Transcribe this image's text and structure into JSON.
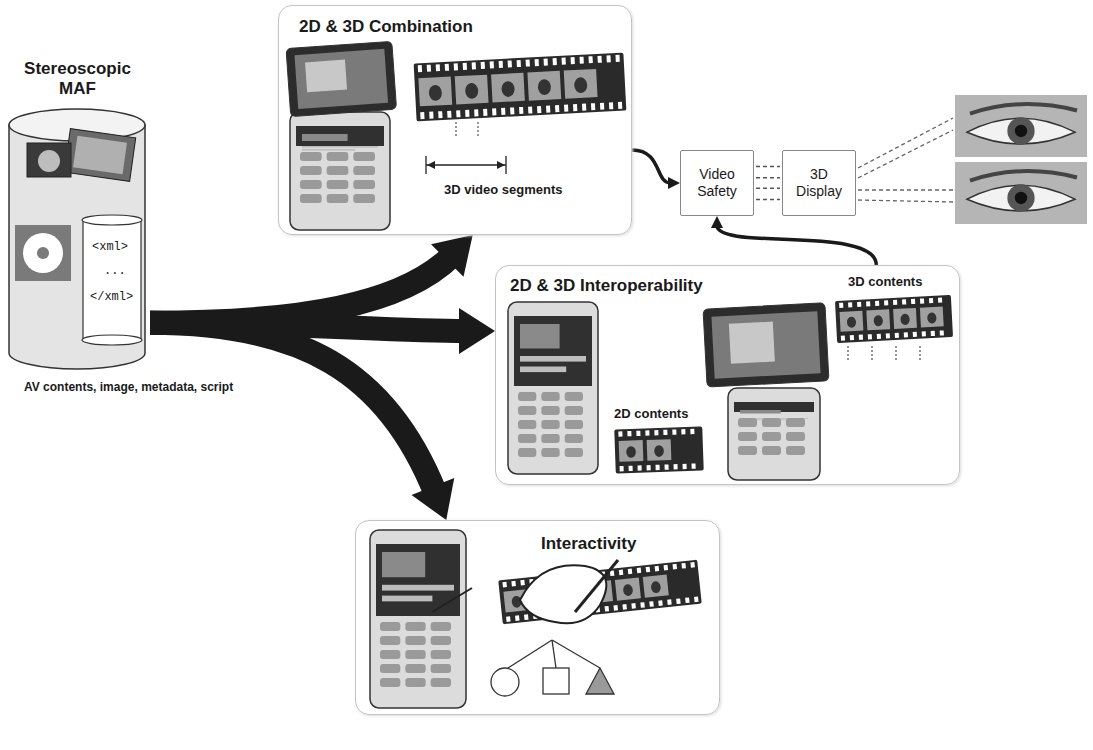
{
  "diagram": {
    "nodes": [
      {
        "text": [
          "Stereoscopic MAF"
        ]
      },
      {
        "text": [
          "2D & 3D Combination",
          "3D video segments"
        ]
      },
      {
        "text": [
          "Video Safety"
        ]
      },
      {
        "text": [
          "3D Display"
        ]
      },
      {
        "text": [
          "2D & 3D Interoperability",
          "2D contents",
          "3D contents"
        ]
      },
      {
        "text": [
          "Interactivity"
        ]
      }
    ],
    "edges": [
      {
        "from": 0,
        "to": 1,
        "arrow": "to"
      },
      {
        "from": 0,
        "to": 4,
        "arrow": "to"
      },
      {
        "from": 0,
        "to": 5,
        "arrow": "to"
      },
      {
        "from": 1,
        "to": 2,
        "arrow": "to"
      },
      {
        "from": 4,
        "to": 2,
        "arrow": "to"
      },
      {
        "from": 2,
        "to": 3,
        "arrow": "none"
      }
    ],
    "labels": [
      "<xml>",
      "...",
      "</xml>",
      "AV contents, image, metadata, script"
    ]
  }
}
